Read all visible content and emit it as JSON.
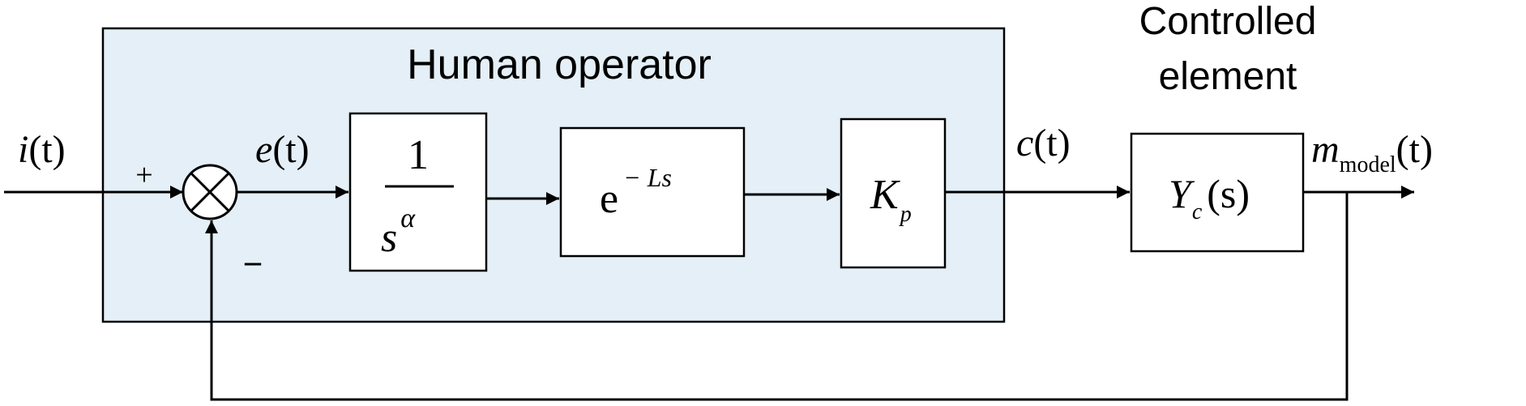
{
  "colors": {
    "operator_region": "#e4eff7",
    "stroke": "#000000",
    "background": "#ffffff"
  },
  "operator_region": {
    "title": "Human operator"
  },
  "controlled_element": {
    "title_line1": "Controlled",
    "title_line2": "element"
  },
  "signals": {
    "input": {
      "sym": "i",
      "arg": "(t)"
    },
    "error": {
      "sym": "e",
      "arg": "(t)"
    },
    "control": {
      "sym": "c",
      "arg": "(t)"
    },
    "output": {
      "sym": "m",
      "sub": "model",
      "arg": "(t)"
    }
  },
  "summing_junction": {
    "plus": "+",
    "minus": "−"
  },
  "blocks": {
    "fractional_integrator": {
      "numerator": "1",
      "base": "s",
      "exponent": "α"
    },
    "time_delay": {
      "base": "e",
      "exponent": "− Ls"
    },
    "gain": {
      "sym": "K",
      "sub": "p"
    },
    "plant": {
      "sym": "Y",
      "sub": "c",
      "arg": "(s)"
    }
  }
}
